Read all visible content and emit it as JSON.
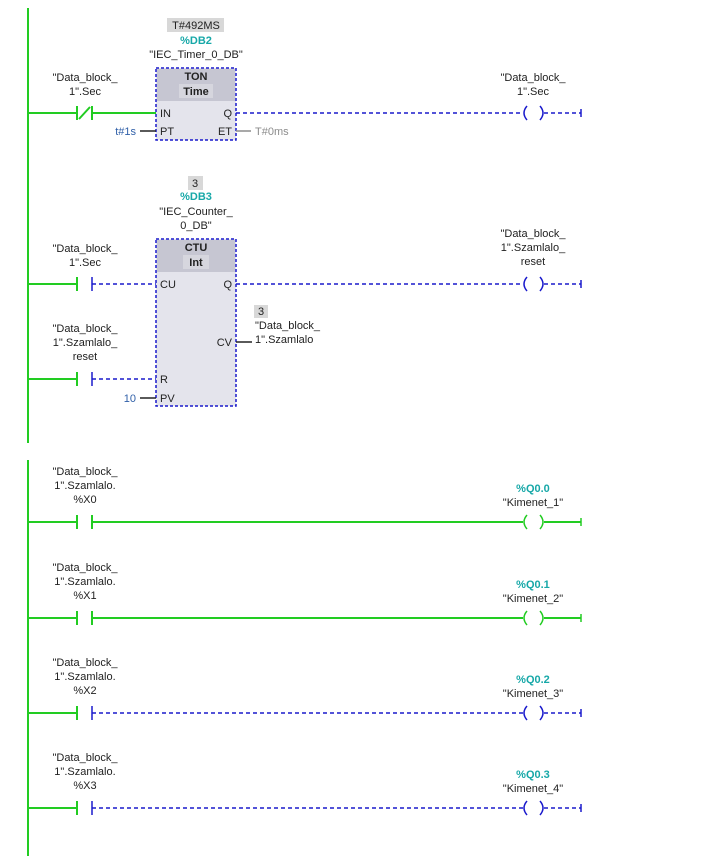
{
  "colors": {
    "energized": "#22cc22",
    "deenergized": "#1a1acc",
    "block_fill": "#e4e4ec",
    "block_header": "#c6c6d2",
    "value_box": "#d8d8d8",
    "teal": "#17a8a8",
    "param_blue": "#2f5fa8"
  },
  "network1": {
    "timer": {
      "value": "T#492MS",
      "db_number": "%DB2",
      "db_name": "\"IEC_Timer_0_DB\"",
      "type": "TON",
      "datatype": "Time",
      "pin_in": "IN",
      "pin_pt": "PT",
      "pin_q": "Q",
      "pin_et": "ET",
      "pt_value": "t#1s",
      "et_value": "T#0ms",
      "contact_line1": "\"Data_block_",
      "contact_line2": "1\".Sec",
      "coil_line1": "\"Data_block_",
      "coil_line2": "1\".Sec"
    },
    "counter": {
      "value": "3",
      "db_number": "%DB3",
      "db_name_line1": "\"IEC_Counter_",
      "db_name_line2": "0_DB\"",
      "type": "CTU",
      "datatype": "Int",
      "pin_cu": "CU",
      "pin_r": "R",
      "pin_pv": "PV",
      "pin_q": "Q",
      "pin_cv": "CV",
      "pv_value": "10",
      "cv_value": "3",
      "cv_line1": "\"Data_block_",
      "cv_line2": "1\".Szamlalo",
      "cu_line1": "\"Data_block_",
      "cu_line2": "1\".Sec",
      "r_line1": "\"Data_block_",
      "r_line2": "1\".Szamlalo_",
      "r_line3": "reset",
      "coil_line1": "\"Data_block_",
      "coil_line2": "1\".Szamlalo_",
      "coil_line3": "reset"
    }
  },
  "network2": {
    "rungs": [
      {
        "contact_line1": "\"Data_block_",
        "contact_line2": "1\".Szamlalo.",
        "contact_line3": "%X0",
        "address": "%Q0.0",
        "output": "\"Kimenet_1\"",
        "energized": true
      },
      {
        "contact_line1": "\"Data_block_",
        "contact_line2": "1\".Szamlalo.",
        "contact_line3": "%X1",
        "address": "%Q0.1",
        "output": "\"Kimenet_2\"",
        "energized": true
      },
      {
        "contact_line1": "\"Data_block_",
        "contact_line2": "1\".Szamlalo.",
        "contact_line3": "%X2",
        "address": "%Q0.2",
        "output": "\"Kimenet_3\"",
        "energized": false
      },
      {
        "contact_line1": "\"Data_block_",
        "contact_line2": "1\".Szamlalo.",
        "contact_line3": "%X3",
        "address": "%Q0.3",
        "output": "\"Kimenet_4\"",
        "energized": false
      }
    ]
  }
}
